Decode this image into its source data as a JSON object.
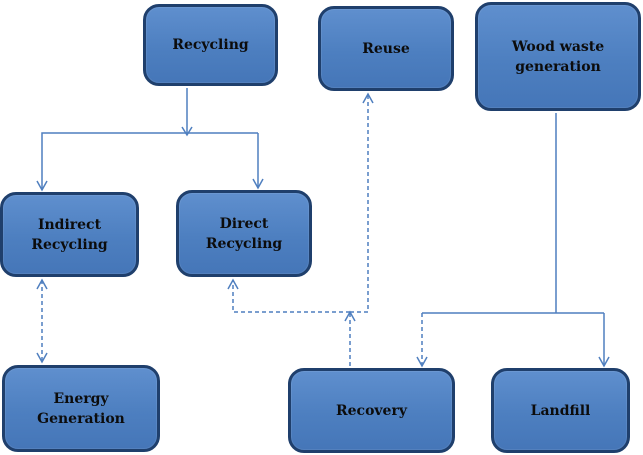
{
  "nodes": {
    "recycling": "Recycling",
    "reuse": "Reuse",
    "wood_waste_generation": "Wood waste generation",
    "indirect_recycling": "Indirect Recycling",
    "direct_recycling": "Direct Recycling",
    "energy_generation": "Energy Generation",
    "recovery": "Recovery",
    "landfill": "Landfill"
  },
  "edges": [
    {
      "from": "recycling",
      "to": "indirect_recycling",
      "style": "solid"
    },
    {
      "from": "recycling",
      "to": "direct_recycling",
      "style": "solid"
    },
    {
      "from": "wood_waste_generation",
      "to": "recovery",
      "style": "dashed"
    },
    {
      "from": "wood_waste_generation",
      "to": "landfill",
      "style": "solid"
    },
    {
      "from": "recovery",
      "to": "reuse",
      "style": "dashed"
    },
    {
      "from": "recovery",
      "to": "direct_recycling",
      "style": "dashed"
    },
    {
      "from": "indirect_recycling",
      "to": "energy_generation",
      "style": "dashed",
      "bidirectional": true
    }
  ],
  "colors": {
    "node_fill": "#4f81bd",
    "node_border": "#1f3f6c",
    "connector": "#4f7fbf"
  }
}
